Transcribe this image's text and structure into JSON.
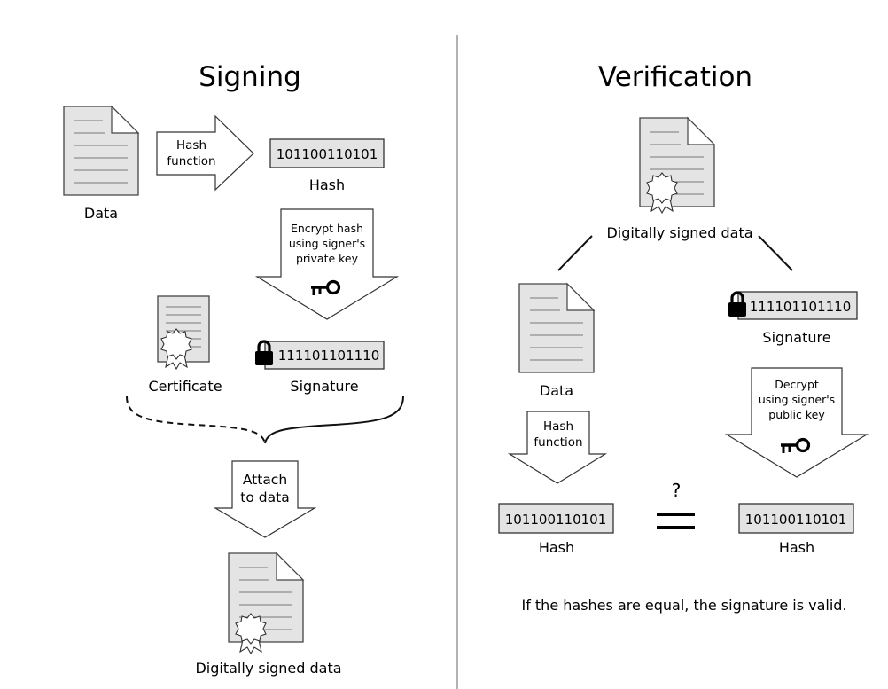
{
  "signing": {
    "title": "Signing",
    "data_label": "Data",
    "hash_fn_line1": "Hash",
    "hash_fn_line2": "function",
    "hash_value": "101100110101",
    "hash_label": "Hash",
    "encrypt_line1": "Encrypt hash",
    "encrypt_line2": "using signer's",
    "encrypt_line3": "private key",
    "certificate_label": "Certificate",
    "signature_value": "111101101110",
    "signature_label": "Signature",
    "attach_line1": "Attach",
    "attach_line2": "to data",
    "signed_label": "Digitally signed data"
  },
  "verification": {
    "title": "Verification",
    "signed_label": "Digitally signed data",
    "data_label": "Data",
    "signature_value": "111101101110",
    "signature_label": "Signature",
    "hash_fn_line1": "Hash",
    "hash_fn_line2": "function",
    "decrypt_line1": "Decrypt",
    "decrypt_line2": "using signer's",
    "decrypt_line3": "public key",
    "hash_left_value": "101100110101",
    "hash_left_label": "Hash",
    "hash_right_value": "101100110101",
    "hash_right_label": "Hash",
    "question": "?",
    "conclusion": "If the hashes are equal, the signature is valid."
  },
  "icons": [
    "document-icon",
    "certificate-icon",
    "lock-icon",
    "key-icon",
    "seal-icon"
  ],
  "colors": {
    "box_fill": "#e3e3e3",
    "doc_fill": "#e4e4e4",
    "stroke": "#333333"
  }
}
